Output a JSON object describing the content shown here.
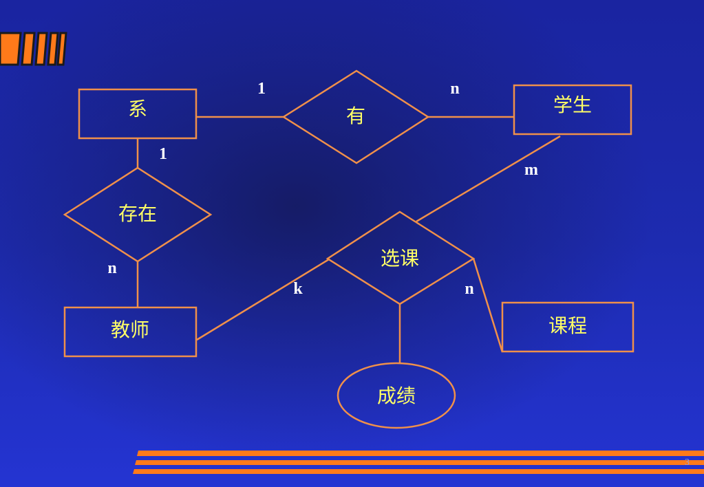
{
  "diagram": {
    "entities": {
      "department": "系",
      "student": "学生",
      "teacher": "教师",
      "course": "课程"
    },
    "relationships": {
      "has": "有",
      "exists": "存在",
      "enroll": "选课"
    },
    "attributes": {
      "grade": "成绩"
    },
    "cardinalities": {
      "has_department": "1",
      "has_student": "n",
      "exists_department": "1",
      "exists_teacher": "n",
      "enroll_student": "m",
      "enroll_teacher": "k",
      "enroll_course": "n"
    }
  },
  "footer": {
    "page_number": "3"
  },
  "colors": {
    "background": "#1d2bb0",
    "line": "#f0904a",
    "label": "#ffff66",
    "card": "#ffffff",
    "accent": "#ff7a1a"
  }
}
